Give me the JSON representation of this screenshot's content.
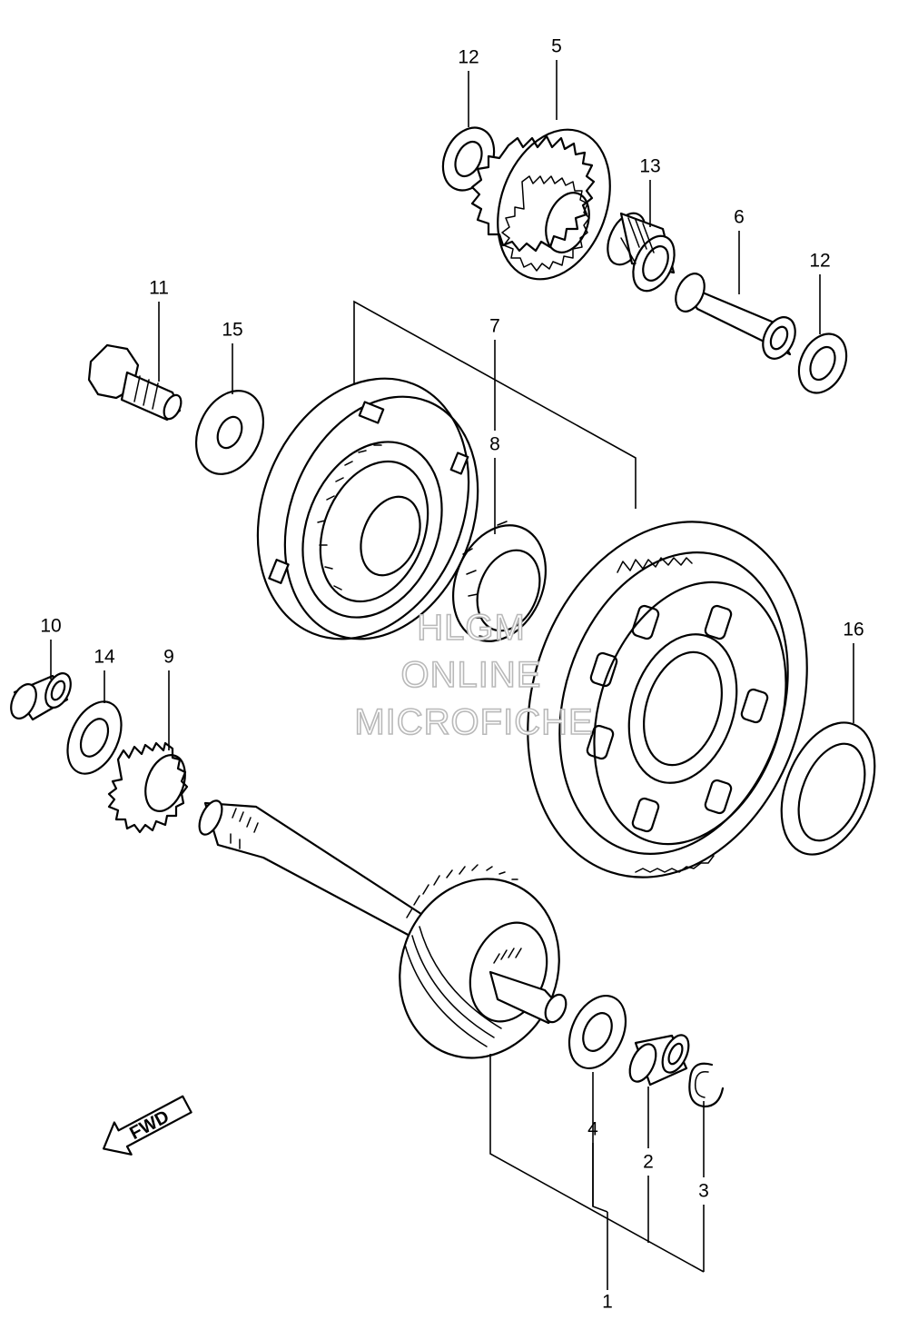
{
  "callouts": {
    "c1": "1",
    "c2": "2",
    "c3": "3",
    "c4": "4",
    "c5": "5",
    "c6": "6",
    "c7": "7",
    "c8": "8",
    "c9": "9",
    "c10": "10",
    "c11": "11",
    "c12a": "12",
    "c12b": "12",
    "c13": "13",
    "c14": "14",
    "c15": "15",
    "c16": "16"
  },
  "watermark": {
    "line1": "HLGM",
    "line2": "ONLINE",
    "line3": "MICROFICHE"
  },
  "fwd_label": "FWD"
}
